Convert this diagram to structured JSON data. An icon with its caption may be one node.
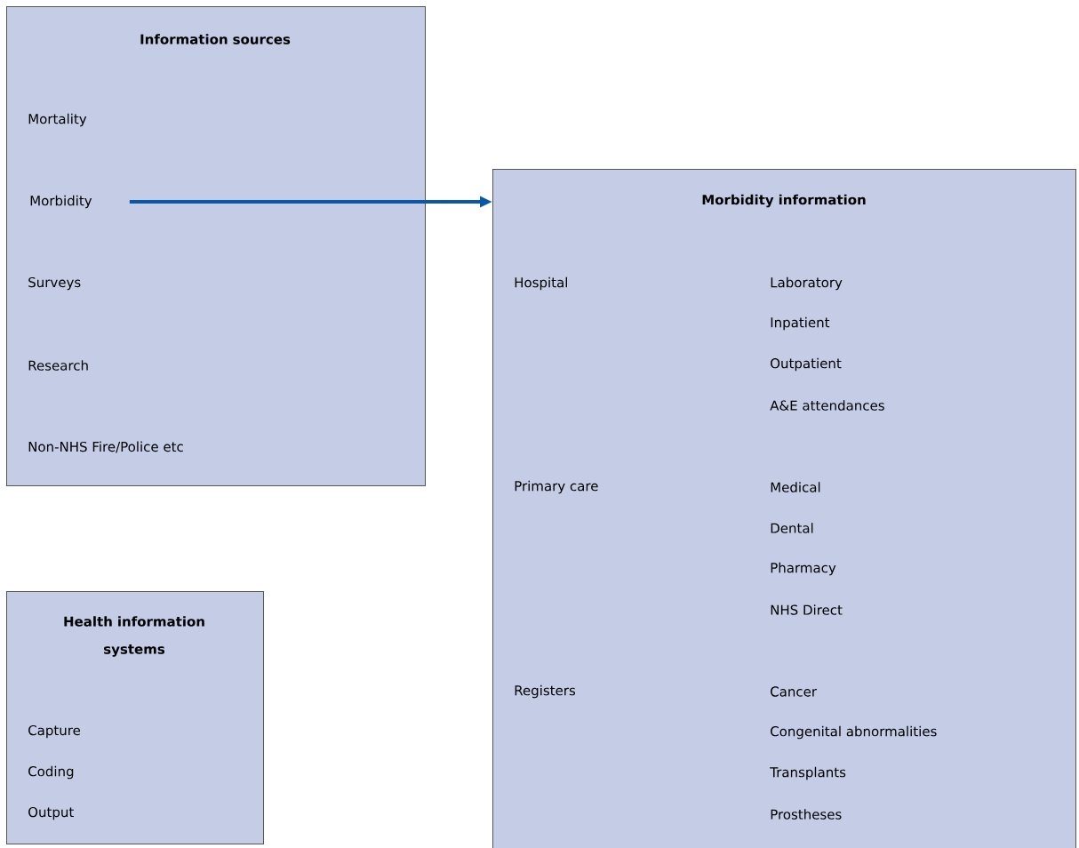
{
  "diagram": {
    "nodes": [
      {
        "text": [
          "Information sources",
          "Mortality",
          "Surveys",
          "Research",
          "Non-NHS Fire/Police etc"
        ]
      },
      {
        "text": [
          "Morbidity"
        ],
        "in": 0
      },
      {
        "text": [
          "Morbidity information",
          "Hospital",
          "Laboratory",
          "Inpatient",
          "Outpatient",
          "A&E attendances",
          "Primary care",
          "Medical",
          "Dental",
          "Pharmacy",
          "NHS Direct",
          "Registers",
          "Cancer",
          "Congenital abnormalities",
          "Transplants",
          "Prostheses"
        ]
      },
      {
        "text": [
          "Health information systems",
          "Capture",
          "Coding",
          "Output"
        ]
      }
    ],
    "edges": [
      {
        "from": 1,
        "to": 2,
        "arrow": "to"
      }
    ]
  }
}
